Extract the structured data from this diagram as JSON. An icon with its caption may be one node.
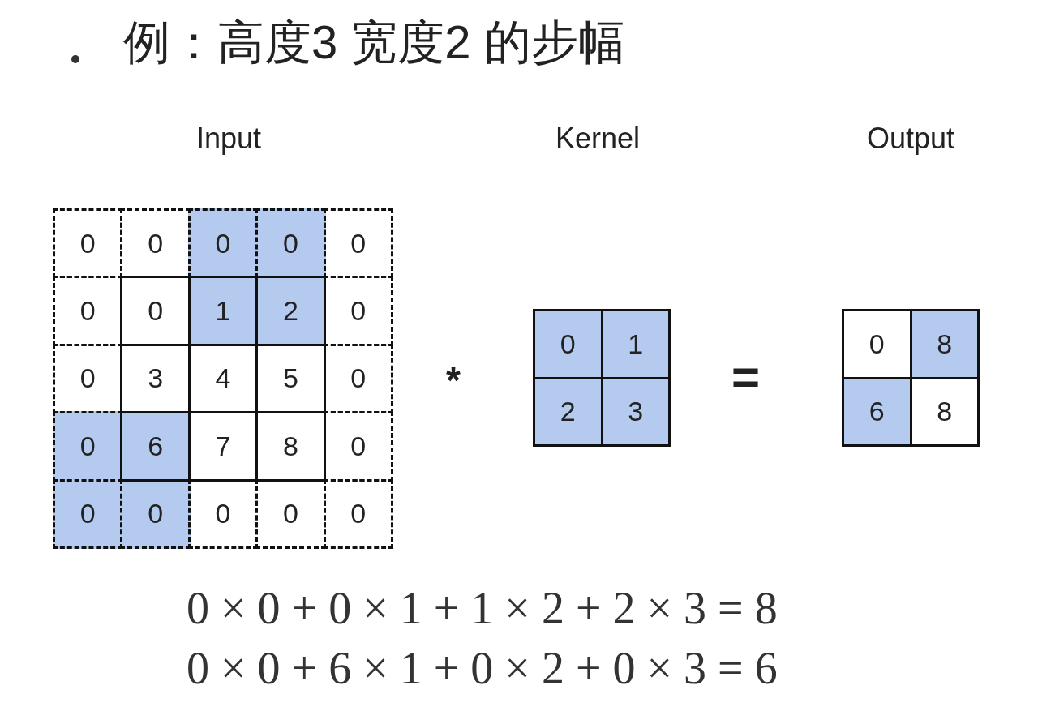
{
  "diagram": {
    "title": "例：高度3 宽度2 的步幅",
    "labels": [
      "Input",
      "Kernel",
      "Output",
      "0",
      "0",
      "0",
      "0",
      "0",
      "0",
      "0",
      "1",
      "2",
      "0",
      "0",
      "3",
      "4",
      "5",
      "0",
      "0",
      "6",
      "7",
      "8",
      "0",
      "0",
      "0",
      "0",
      "0",
      "0",
      "*",
      "0",
      "1",
      "2",
      "3",
      "=",
      "0",
      "8",
      "6",
      "8",
      "0 × 0 + 0 × 1 + 1 × 2 + 2 × 3 = 8",
      "0 × 0 + 6 × 1 + 0 × 2 + 0 × 3 = 6"
    ]
  }
}
